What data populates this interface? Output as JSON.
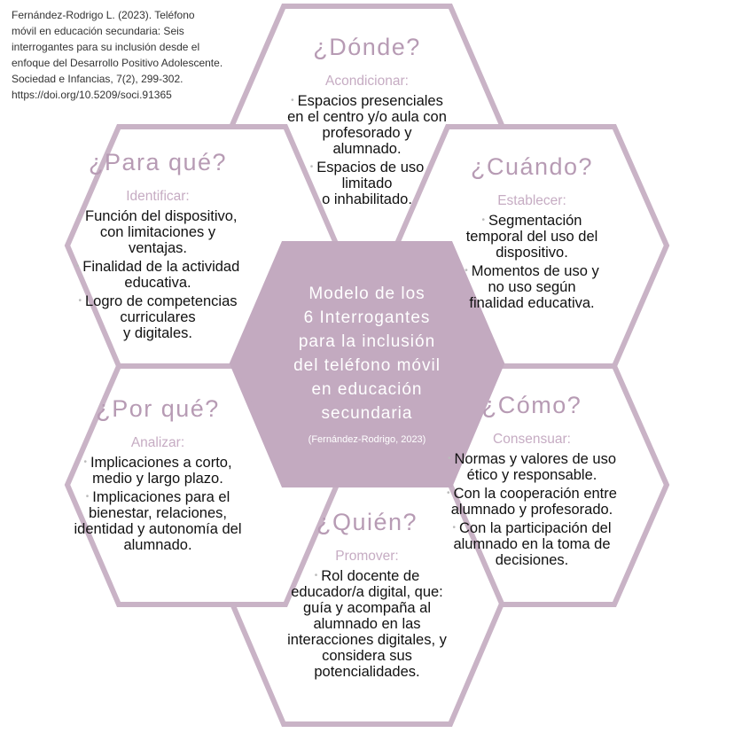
{
  "citation": [
    "Fernández-Rodrigo L. (2023). Teléfono",
    "móvil en educación secundaria: Seis",
    "interrogantes para su inclusión desde el",
    "enfoque del Desarrollo Positivo Adolescente.",
    "Sociedad e Infancias, 7(2), 299-302.",
    "https://doi.org/10.5209/soci.91365"
  ],
  "center": {
    "title_lines": [
      "Modelo de los",
      "6 Interrogantes",
      "para la inclusión",
      "del teléfono móvil",
      "en educación",
      "secundaria"
    ],
    "credit": "(Fernández-Rodrigo, 2023)"
  },
  "hexagons": [
    {
      "id": "donde",
      "title": "¿Dónde?",
      "verb": "Acondicionar:",
      "items": [
        [
          "Espacios presenciales",
          "en el centro y/o aula con",
          "profesorado y",
          "alumnado."
        ],
        [
          "Espacios de uso",
          "limitado",
          "o inhabilitado."
        ]
      ]
    },
    {
      "id": "cuando",
      "title": "¿Cuándo?",
      "verb": "Establecer:",
      "items": [
        [
          "Segmentación",
          "temporal del uso del",
          "dispositivo."
        ],
        [
          "Momentos de uso y",
          "no uso según",
          "finalidad educativa."
        ]
      ]
    },
    {
      "id": "como",
      "title": "¿Cómo?",
      "verb": "Consensuar:",
      "items": [
        [
          "Normas y valores de uso",
          "ético y responsable."
        ],
        [
          "Con la cooperación entre",
          "alumnado y profesorado."
        ],
        [
          "Con la participación del",
          "alumnado en la toma de",
          "decisiones."
        ]
      ]
    },
    {
      "id": "quien",
      "title": "¿Quién?",
      "verb": "Promover:",
      "items": [
        [
          "Rol docente de",
          "educador/a digital, que:",
          "guía y acompaña al",
          "alumnado en las",
          "interacciones digitales, y",
          "considera sus",
          "potencialidades."
        ]
      ]
    },
    {
      "id": "porque",
      "title": "¿Por qué?",
      "verb": "Analizar:",
      "items": [
        [
          "Implicaciones a corto,",
          "medio y largo plazo."
        ],
        [
          "Implicaciones para el",
          "bienestar, relaciones,",
          "identidad y autonomía del",
          "alumnado."
        ]
      ]
    },
    {
      "id": "paraque",
      "title": "¿Para qué?",
      "verb": "Identificar:",
      "items": [
        [
          "Función del dispositivo,",
          "con limitaciones y",
          "ventajas."
        ],
        [
          "Finalidad de la actividad",
          "educativa."
        ],
        [
          "Logro de competencias",
          "curriculares",
          "y digitales."
        ]
      ]
    }
  ],
  "colors": {
    "hex_border": "#c9b3c6",
    "center_fill": "#c3aac0",
    "title_color": "#b79bb4",
    "verb_color": "#c6acc3"
  }
}
